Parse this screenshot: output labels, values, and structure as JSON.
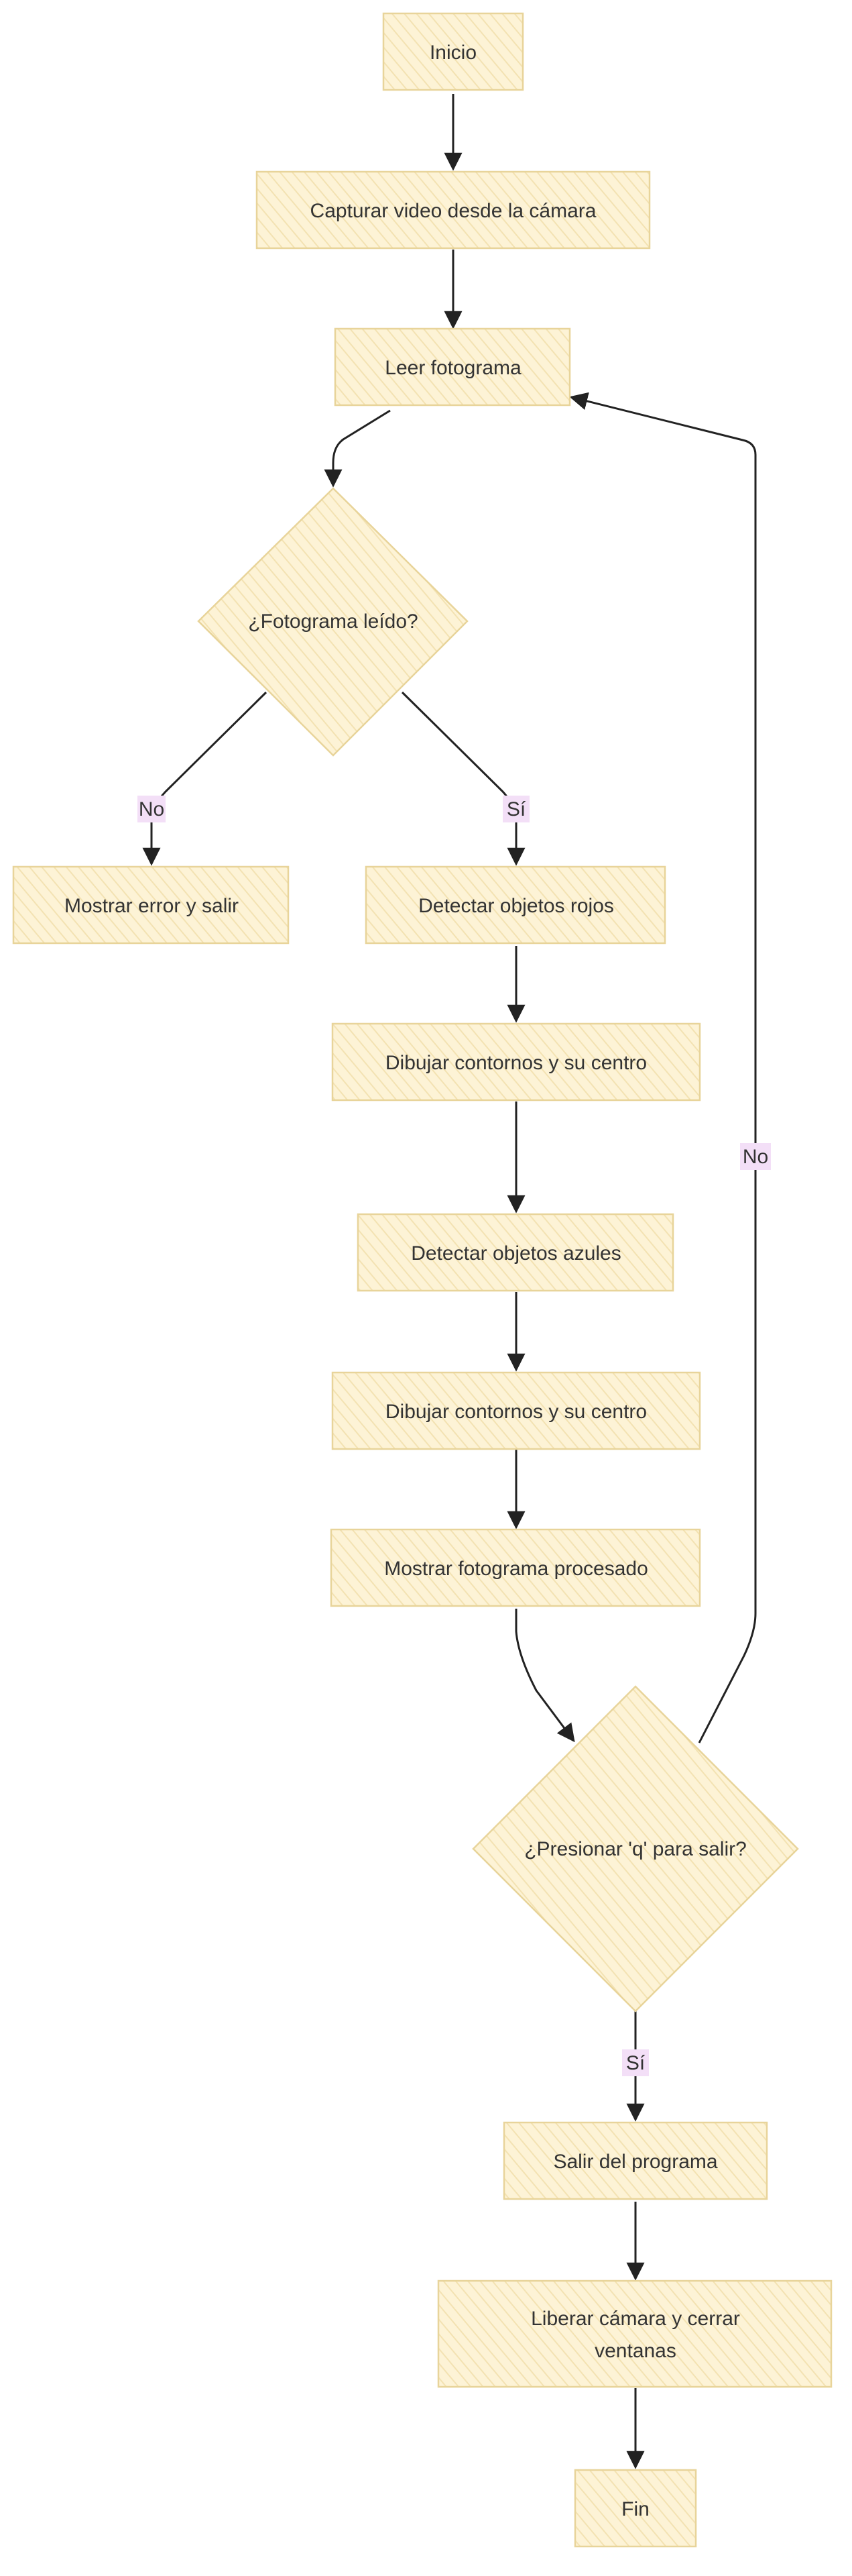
{
  "nodes": {
    "inicio": "Inicio",
    "capturar": "Capturar video desde la cámara",
    "leer": "Leer fotograma",
    "fotograma_leido": "¿Fotograma leído?",
    "mostrar_error": "Mostrar error y salir",
    "detectar_rojos": "Detectar objetos rojos",
    "dibujar_1": "Dibujar contornos y su centro",
    "detectar_azules": "Detectar objetos azules",
    "dibujar_2": "Dibujar contornos y su centro",
    "mostrar_procesado": "Mostrar fotograma procesado",
    "presionar_q": "¿Presionar 'q' para salir?",
    "salir": "Salir del programa",
    "liberar_line1": "Liberar cámara y cerrar",
    "liberar_line2": "ventanas",
    "fin": "Fin"
  },
  "edge_labels": {
    "no_error": "No",
    "si_detect": "Sí",
    "no_loop": "No",
    "si_exit": "Sí"
  },
  "colors": {
    "node_fill": "#fdf3d6",
    "node_stroke": "#e8d49a",
    "hatch": "#f3e2b2",
    "edge": "#222222",
    "label_bg": "#f3dff7"
  }
}
